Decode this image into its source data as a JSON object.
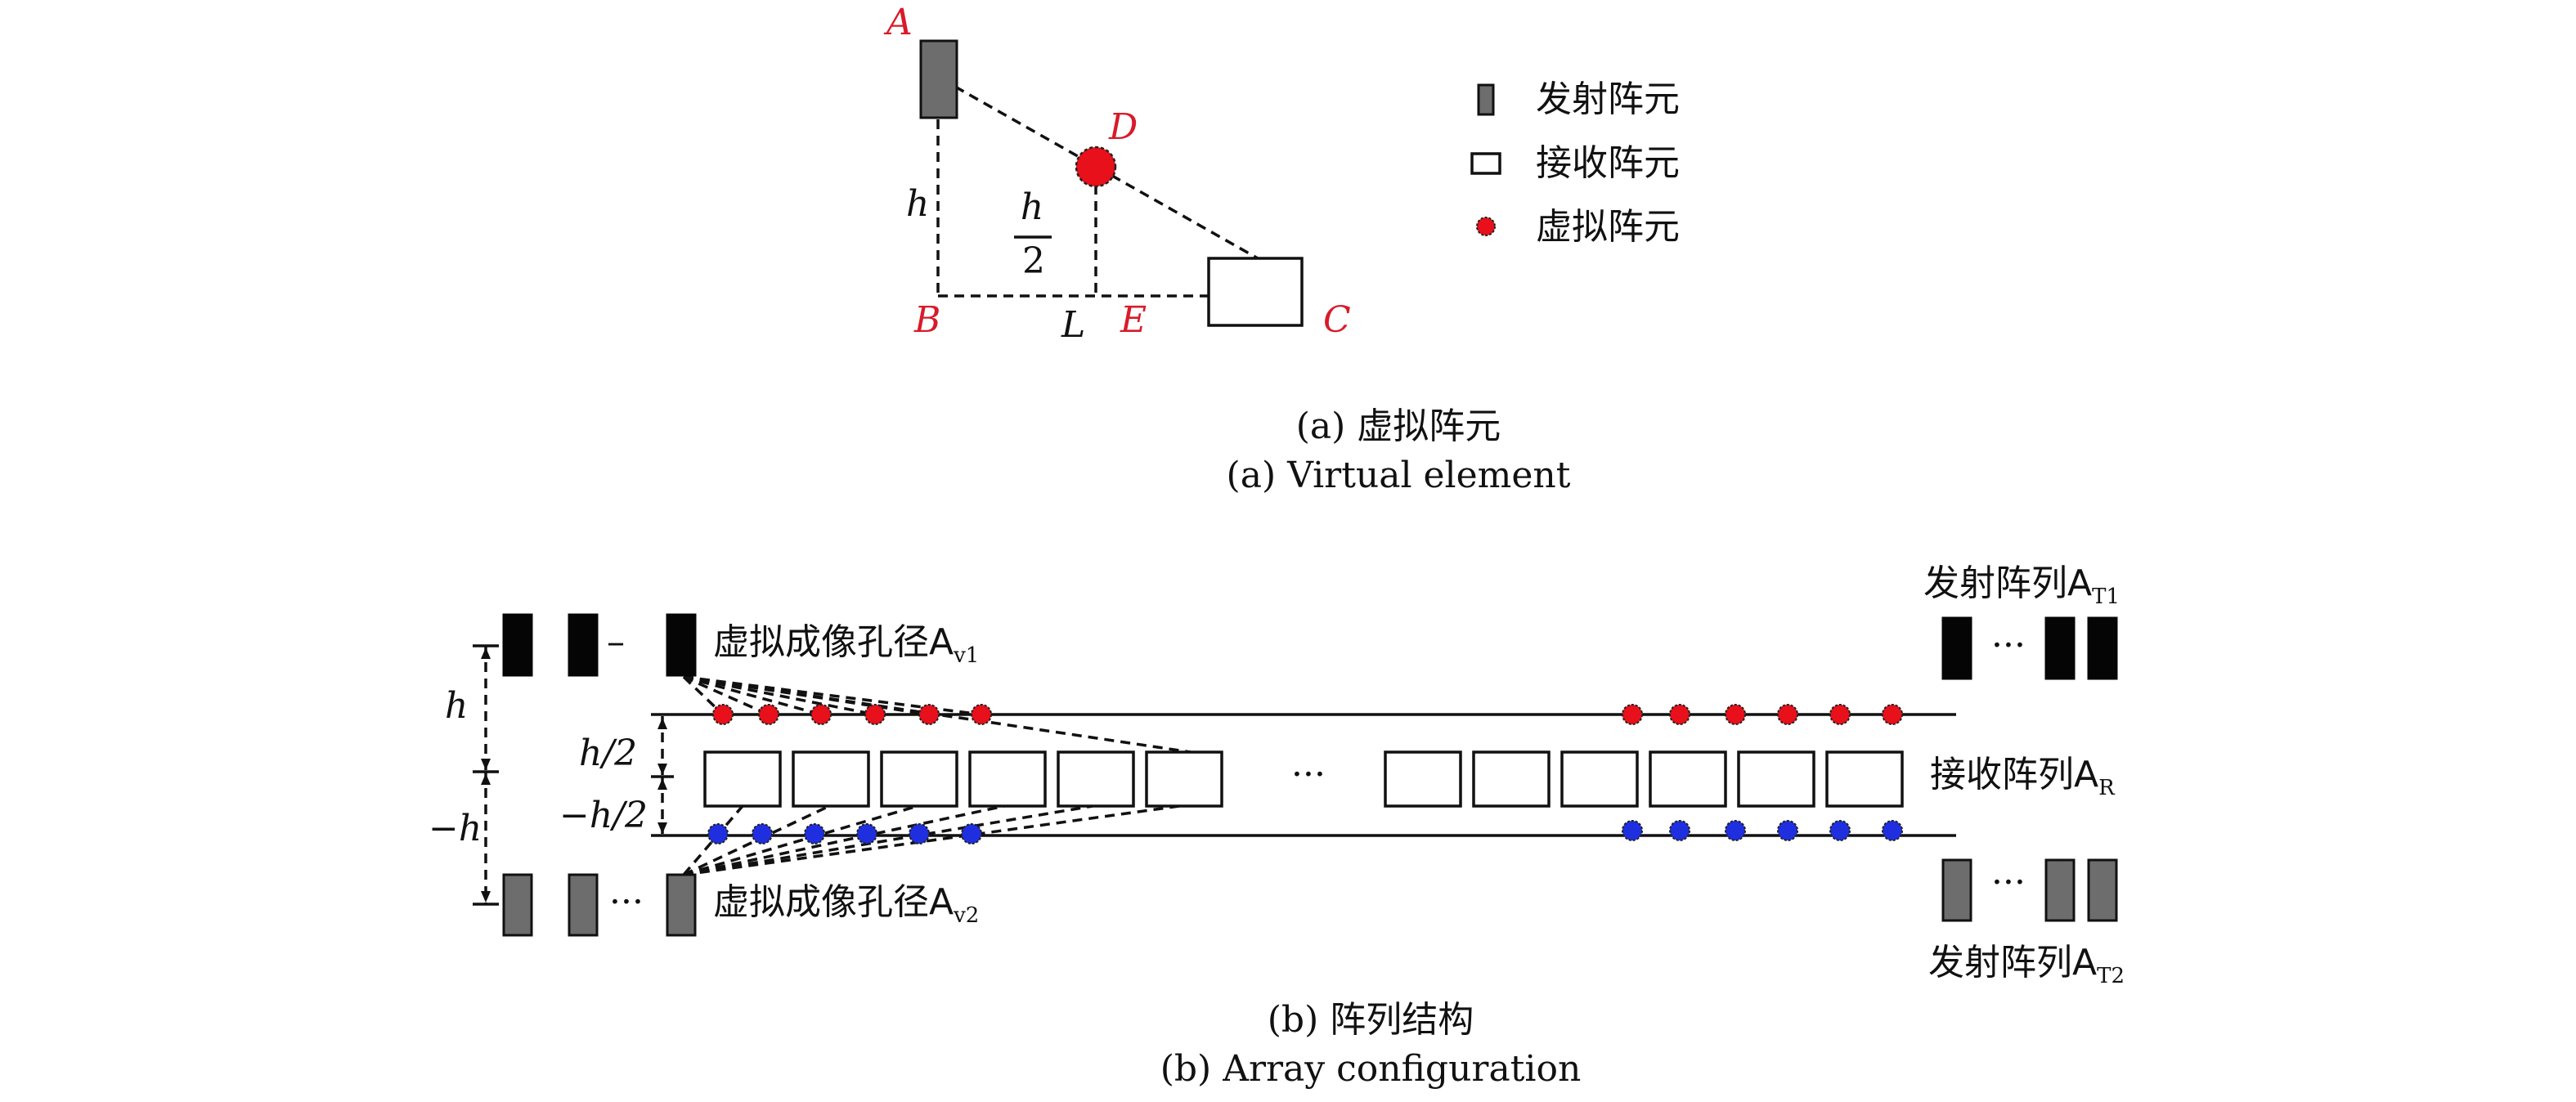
{
  "colors": {
    "virtual_red": "#e8101a",
    "virtual_blue": "#1f2fe0",
    "point_label": "#d81b2a",
    "tx_gray": "#6d6d6d",
    "tx_black": "#050505"
  },
  "panel_a": {
    "points": {
      "A": "A",
      "B": "B",
      "C": "C",
      "D": "D",
      "E": "E"
    },
    "label_h": "h",
    "label_L": "L",
    "frac_num": "h",
    "frac_den": "2",
    "legend": [
      {
        "icon": "transmit-element-icon",
        "label": "发射阵元"
      },
      {
        "icon": "receive-element-icon",
        "label": "接收阵元"
      },
      {
        "icon": "virtual-element-icon",
        "label": "虚拟阵元"
      }
    ],
    "caption_cn": "(a) 虚拟阵元",
    "caption_en": "(a) Virtual element"
  },
  "panel_b": {
    "label_h": "h",
    "label_neg_h": "−h",
    "label_h_half": "h/2",
    "label_neg_h_half": "−h/2",
    "ellipsis": "···",
    "dash_sep": "–",
    "virtual_aperture_1": {
      "text": "虚拟成像孔径A",
      "sub": "v1"
    },
    "virtual_aperture_2": {
      "text": "虚拟成像孔径A",
      "sub": "v2"
    },
    "tx_array_1": {
      "text": "发射阵列A",
      "sub": "T1"
    },
    "tx_array_2": {
      "text": "发射阵列A",
      "sub": "T2"
    },
    "rx_array": {
      "text": "接收阵列A",
      "sub": "R"
    },
    "caption_cn": "(b) 阵列结构",
    "caption_en": "(b) Array configuration"
  }
}
